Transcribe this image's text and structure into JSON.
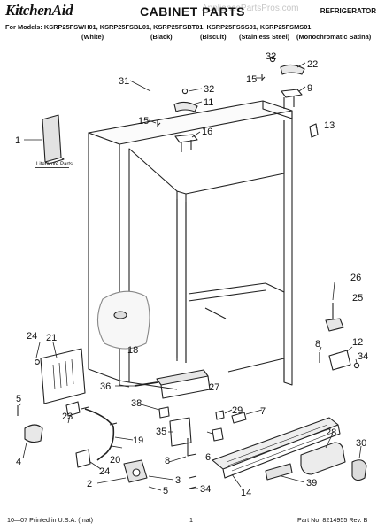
{
  "header": {
    "brand": "KitchenAid",
    "title": "CABINET PARTS",
    "category": "REFRIGERATOR",
    "models_line": "For Models: KSRP25FSWH01, KSRP25FSBL01, KSRP25FSBT01, KSRP25FSSS01, KSRP25FSMS01",
    "variants": [
      "(White)",
      "(Black)",
      "(Biscuit)",
      "(Stainless Steel)",
      "(Monochromatic Satina)"
    ]
  },
  "watermark": "AppliancePartsPros.com",
  "diagram": {
    "literature_label": "Literature Parts",
    "callouts": [
      "32",
      "22",
      "15",
      "9",
      "31",
      "32",
      "11",
      "15",
      "16",
      "13",
      "1",
      "26",
      "25",
      "24",
      "21",
      "18",
      "8",
      "12",
      "34",
      "36",
      "27",
      "5",
      "38",
      "29",
      "7",
      "23",
      "6",
      "35",
      "28",
      "30",
      "4",
      "19",
      "20",
      "24",
      "8",
      "3",
      "2",
      "5",
      "34",
      "14",
      "39"
    ]
  },
  "footer": {
    "left": "10—07 Printed in U.S.A. (mat)",
    "center": "1",
    "right": "Part No. 8214955 Rev. B"
  }
}
